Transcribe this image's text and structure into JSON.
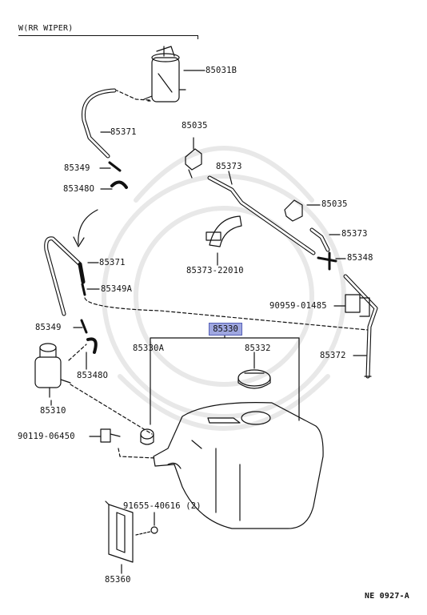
{
  "header": {
    "title": "W(RR WIPER)"
  },
  "parts": {
    "p85031B": "85031B",
    "p85371_top": "85371",
    "p85349_top": "85349",
    "p85348O": "85348O",
    "p85035_top": "85035",
    "p85373_top": "85373",
    "p85035_right": "85035",
    "p85373_right": "85373",
    "p85348": "85348",
    "p85373_22010": "85373-22010",
    "p85371_mid": "85371",
    "p85349A": "85349A",
    "p90959_01485": "90959-01485",
    "p85349_low": "85349",
    "p85330": "85330",
    "p85330A": "85330A",
    "p85332": "85332",
    "p85372": "85372",
    "p85348O_low": "85348O",
    "p85310": "85310",
    "p90119_06450": "90119-06450",
    "p91655": "91655-40616 (2)",
    "p85360": "85360"
  },
  "footer": {
    "code": "NE 0927-A"
  },
  "colors": {
    "highlight": "#9fa7e0",
    "line": "#111111"
  }
}
